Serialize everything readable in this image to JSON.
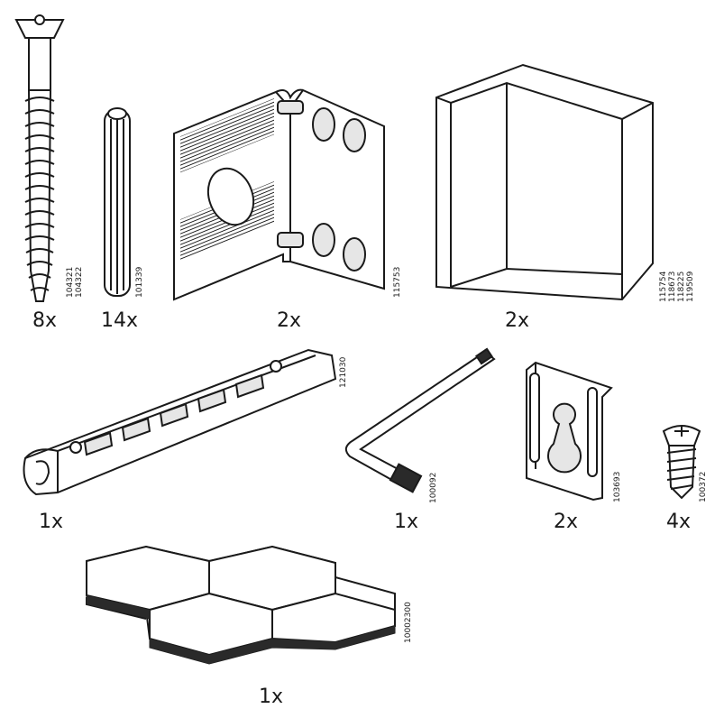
{
  "parts": [
    {
      "id": "long-screw",
      "qty": "8x",
      "codes": [
        "104321",
        "104322"
      ]
    },
    {
      "id": "wooden-dowel",
      "qty": "14x",
      "codes": [
        "101339"
      ]
    },
    {
      "id": "metal-corner-bracket",
      "qty": "2x",
      "codes": [
        "115753"
      ]
    },
    {
      "id": "corner-block",
      "qty": "2x",
      "codes": [
        "115754",
        "118673",
        "118225",
        "119509"
      ]
    },
    {
      "id": "shelf-rail",
      "qty": "1x",
      "codes": [
        "121030"
      ]
    },
    {
      "id": "allen-key",
      "qty": "1x",
      "codes": [
        "100092"
      ]
    },
    {
      "id": "wall-hanger-plate",
      "qty": "2x",
      "codes": [
        "103693"
      ]
    },
    {
      "id": "short-screw",
      "qty": "4x",
      "codes": [
        "100372"
      ]
    },
    {
      "id": "hexagon-panel",
      "qty": "1x",
      "codes": [
        "10002300"
      ]
    }
  ],
  "colors": {
    "line": "#1a1a1a",
    "fill": "#ffffff",
    "shade": "#e6e6e6",
    "dark": "#2a2a2a"
  }
}
